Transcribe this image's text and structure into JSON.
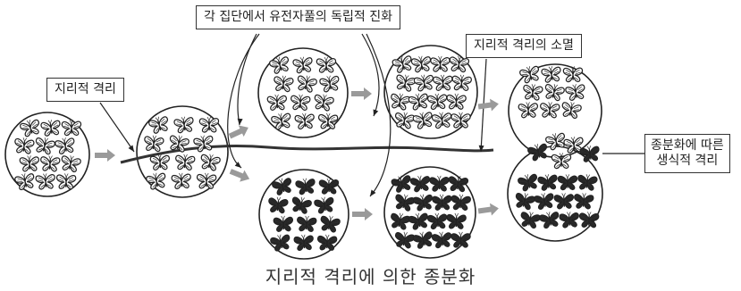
{
  "labels": {
    "geographic_isolation": "지리적 격리",
    "independent_evolution": "각 집단에서 유전자풀의 독립적 진화",
    "isolation_removed": "지리적 격리의 소멸",
    "reproductive_isolation_line1": "종분화에 따른",
    "reproductive_isolation_line2": "생식적 격리"
  },
  "caption": "지리적 격리에 의한 종분화",
  "colors": {
    "line": "#222222",
    "arrow": "#9a9a9a",
    "butterfly_light": "#ffffff",
    "butterfly_dark": "#2b2b2b"
  }
}
